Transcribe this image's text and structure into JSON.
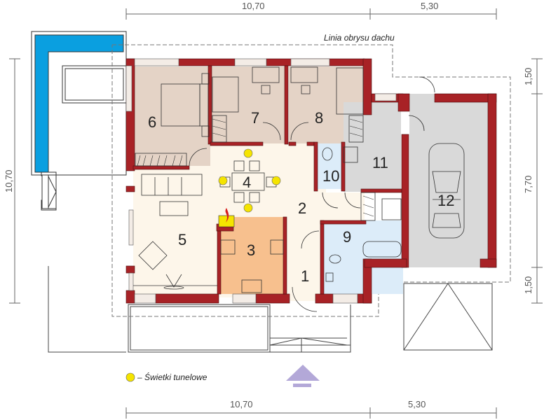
{
  "dimensions": {
    "top": [
      {
        "label": "10,70"
      },
      {
        "label": "5,30"
      }
    ],
    "bottom": [
      {
        "label": "10,70"
      },
      {
        "label": "5,30"
      }
    ],
    "left": [
      {
        "label": "10,70"
      }
    ],
    "right": [
      {
        "label": "1,50"
      },
      {
        "label": "7,70"
      },
      {
        "label": "1,50"
      }
    ]
  },
  "roof_outline_label": "Linia obrysu dachu",
  "rooms": [
    {
      "number": "1"
    },
    {
      "number": "2"
    },
    {
      "number": "3"
    },
    {
      "number": "4"
    },
    {
      "number": "5"
    },
    {
      "number": "6"
    },
    {
      "number": "7"
    },
    {
      "number": "8"
    },
    {
      "number": "9"
    },
    {
      "number": "10"
    },
    {
      "number": "11"
    },
    {
      "number": "12"
    }
  ],
  "legend": {
    "symbol_color": "#f5e400",
    "label": "– Świetki tunelowe"
  },
  "colors": {
    "wall": "#a82226",
    "bedroom": "#e4d3c6",
    "living": "#fdf6ea",
    "kitchen": "#f7c08e",
    "bath": "#dcecf9",
    "garage": "#d9d9d9",
    "pool": "#0a9fe0",
    "entrance_arrow": "#b3a8d8"
  }
}
